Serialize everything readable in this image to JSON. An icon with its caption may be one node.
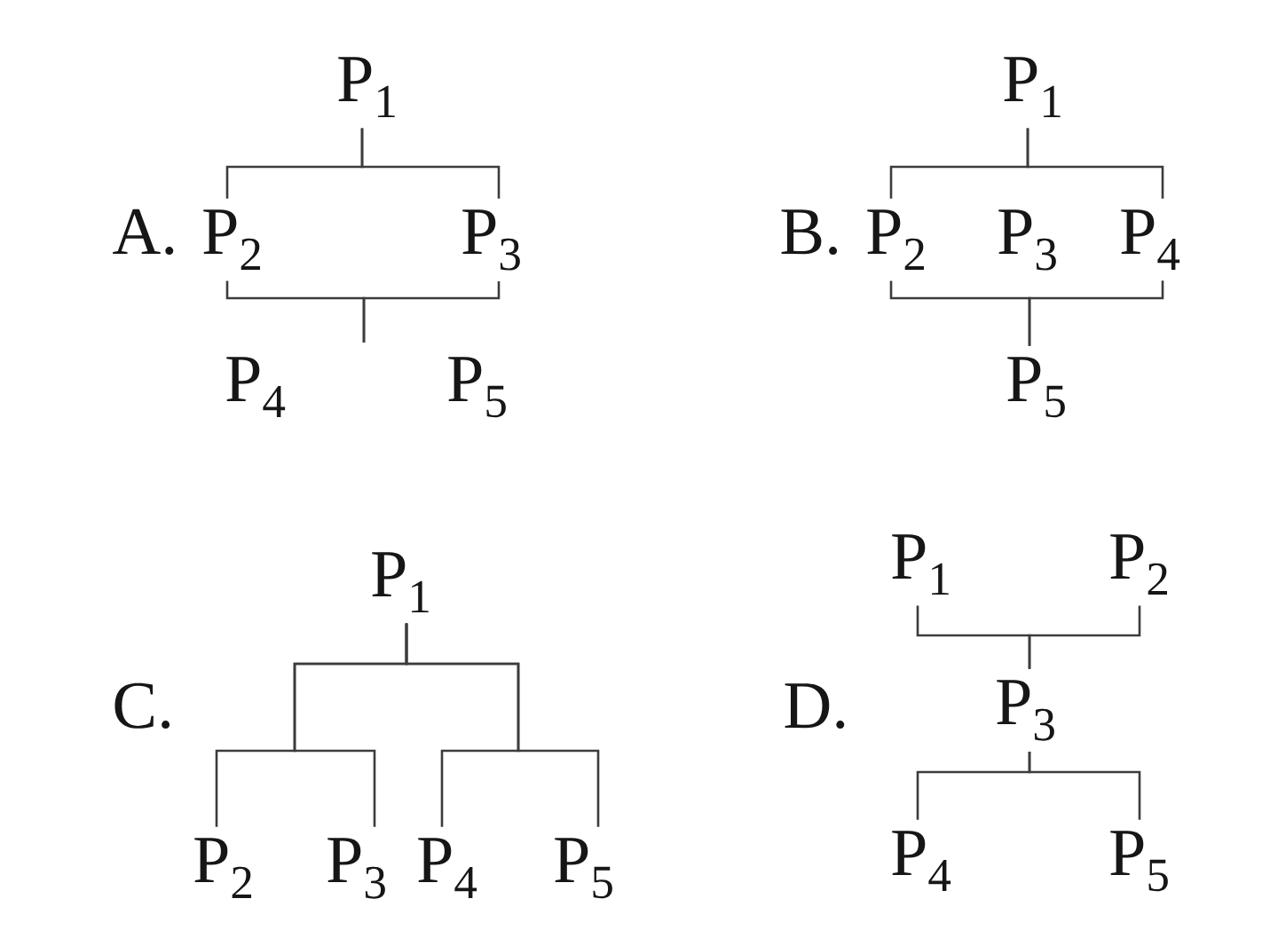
{
  "diagram": {
    "nodes": [
      {
        "text": [
          "P$_{1}$"
        ]
      },
      {
        "text": [
          "P$_{2}$"
        ]
      },
      {
        "text": [
          "P$_{3}$"
        ]
      },
      {
        "text": [
          "P$_{4}$"
        ]
      },
      {
        "text": [
          "P$_{5}$"
        ]
      },
      {
        "text": [
          "P$_{1}$"
        ]
      },
      {
        "text": [
          "P$_{2}$"
        ]
      },
      {
        "text": [
          "P$_{3}$"
        ]
      },
      {
        "text": [
          "P$_{4}$"
        ]
      },
      {
        "text": [
          "P$_{5}$"
        ]
      },
      {
        "text": [
          "P$_{1}$"
        ]
      },
      {
        "text": [
          "P$_{2}$"
        ]
      },
      {
        "text": [
          "P$_{3}$"
        ]
      },
      {
        "text": [
          "P$_{4}$"
        ]
      },
      {
        "text": [
          "P$_{5}$"
        ]
      },
      {
        "text": [
          "P$_{1}$"
        ]
      },
      {
        "text": [
          "P$_{2}$"
        ]
      },
      {
        "text": [
          "P$_{3}$"
        ]
      },
      {
        "text": [
          "P$_{4}$"
        ]
      },
      {
        "text": [
          "P$_{5}$"
        ]
      }
    ],
    "edges": [
      {
        "from": 0,
        "to": 1,
        "arrow": "none"
      },
      {
        "from": 0,
        "to": 2,
        "arrow": "none"
      },
      {
        "from": 1,
        "to": null,
        "arrow": "none"
      },
      {
        "from": 2,
        "to": null,
        "arrow": "none"
      },
      {
        "from": 5,
        "to": 6,
        "arrow": "none"
      },
      {
        "from": 5,
        "to": 8,
        "arrow": "none"
      },
      {
        "from": 6,
        "to": 9,
        "arrow": "none"
      },
      {
        "from": 8,
        "to": 9,
        "arrow": "none"
      },
      {
        "from": 10,
        "to": 11,
        "arrow": "none"
      },
      {
        "from": 10,
        "to": 12,
        "arrow": "none"
      },
      {
        "from": 10,
        "to": 13,
        "arrow": "none"
      },
      {
        "from": 10,
        "to": 14,
        "arrow": "none"
      },
      {
        "from": 15,
        "to": 17,
        "arrow": "none"
      },
      {
        "from": 16,
        "to": 17,
        "arrow": "none"
      },
      {
        "from": 17,
        "to": 18,
        "arrow": "none"
      },
      {
        "from": 17,
        "to": 19,
        "arrow": "none"
      }
    ],
    "labels": [
      "A.",
      "B.",
      "C.",
      "D."
    ]
  }
}
